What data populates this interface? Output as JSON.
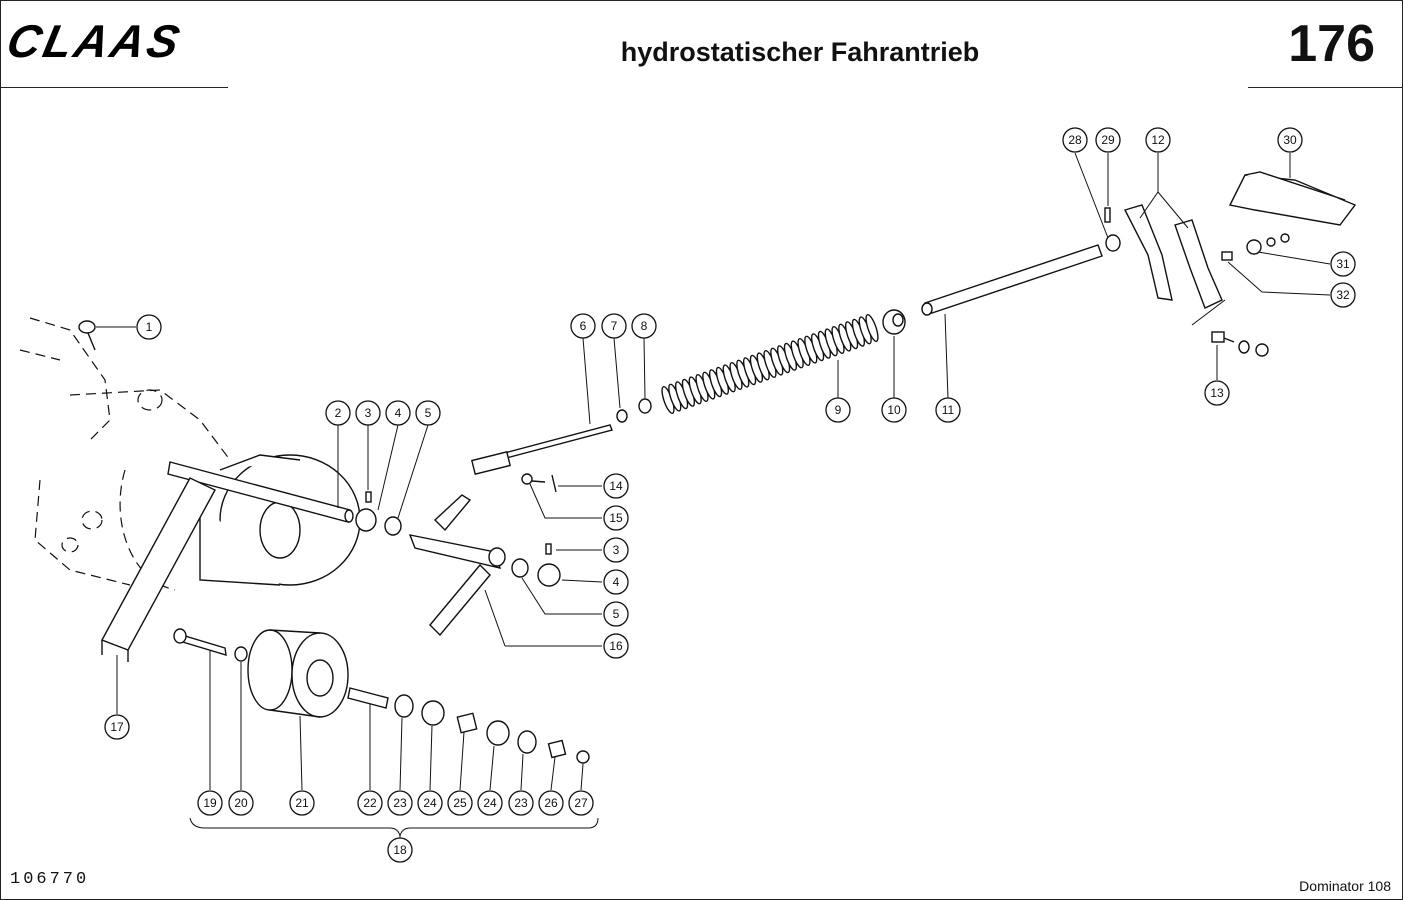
{
  "header": {
    "brand": "CLAAS",
    "title": "hydrostatischer Fahrantrieb",
    "page_number": "176"
  },
  "footer": {
    "drawing_number": "106770",
    "model": "Dominator 108"
  },
  "callouts": [
    {
      "id": "c1",
      "label": "1"
    },
    {
      "id": "c2",
      "label": "2"
    },
    {
      "id": "c3a",
      "label": "3"
    },
    {
      "id": "c4a",
      "label": "4"
    },
    {
      "id": "c5a",
      "label": "5"
    },
    {
      "id": "c6",
      "label": "6"
    },
    {
      "id": "c7",
      "label": "7"
    },
    {
      "id": "c8",
      "label": "8"
    },
    {
      "id": "c9",
      "label": "9"
    },
    {
      "id": "c10",
      "label": "10"
    },
    {
      "id": "c11",
      "label": "11"
    },
    {
      "id": "c12",
      "label": "12"
    },
    {
      "id": "c13",
      "label": "13"
    },
    {
      "id": "c14",
      "label": "14"
    },
    {
      "id": "c15",
      "label": "15"
    },
    {
      "id": "c3b",
      "label": "3"
    },
    {
      "id": "c4b",
      "label": "4"
    },
    {
      "id": "c5b",
      "label": "5"
    },
    {
      "id": "c16",
      "label": "16"
    },
    {
      "id": "c17",
      "label": "17"
    },
    {
      "id": "c18",
      "label": "18"
    },
    {
      "id": "c19",
      "label": "19"
    },
    {
      "id": "c20",
      "label": "20"
    },
    {
      "id": "c21",
      "label": "21"
    },
    {
      "id": "c22",
      "label": "22"
    },
    {
      "id": "c23a",
      "label": "23"
    },
    {
      "id": "c24a",
      "label": "24"
    },
    {
      "id": "c25",
      "label": "25"
    },
    {
      "id": "c24b",
      "label": "24"
    },
    {
      "id": "c23b",
      "label": "23"
    },
    {
      "id": "c26",
      "label": "26"
    },
    {
      "id": "c27",
      "label": "27"
    },
    {
      "id": "c28",
      "label": "28"
    },
    {
      "id": "c29",
      "label": "29"
    },
    {
      "id": "c30",
      "label": "30"
    },
    {
      "id": "c31",
      "label": "31"
    },
    {
      "id": "c32",
      "label": "32"
    }
  ]
}
